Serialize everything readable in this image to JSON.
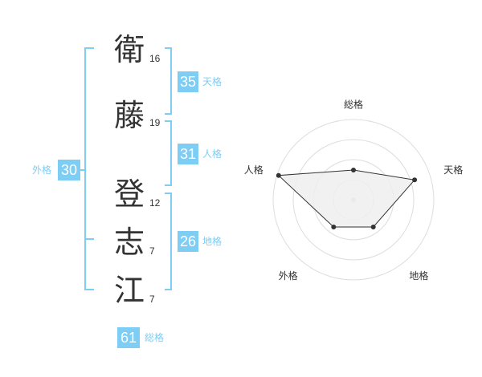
{
  "name_chars": [
    {
      "char": "衛",
      "strokes": "16"
    },
    {
      "char": "藤",
      "strokes": "19"
    },
    {
      "char": "登",
      "strokes": "12"
    },
    {
      "char": "志",
      "strokes": "7"
    },
    {
      "char": "江",
      "strokes": "7"
    }
  ],
  "fortunes": {
    "tenkaku": {
      "value": "35",
      "label": "天格"
    },
    "jinkaku": {
      "value": "31",
      "label": "人格"
    },
    "chikaku": {
      "value": "26",
      "label": "地格"
    },
    "gaikaku": {
      "value": "30",
      "label": "外格"
    },
    "soukaku": {
      "value": "61",
      "label": "総格"
    }
  },
  "accent_color": "#7dcdf4",
  "chart_data": {
    "type": "radar",
    "axes": [
      "総格",
      "天格",
      "地格",
      "外格",
      "人格"
    ],
    "values": [
      0.37,
      0.8,
      0.42,
      0.42,
      0.98
    ],
    "range": [
      0,
      1
    ],
    "rings": 4,
    "fill_color": "#eeeeee",
    "line_color": "#333333"
  }
}
